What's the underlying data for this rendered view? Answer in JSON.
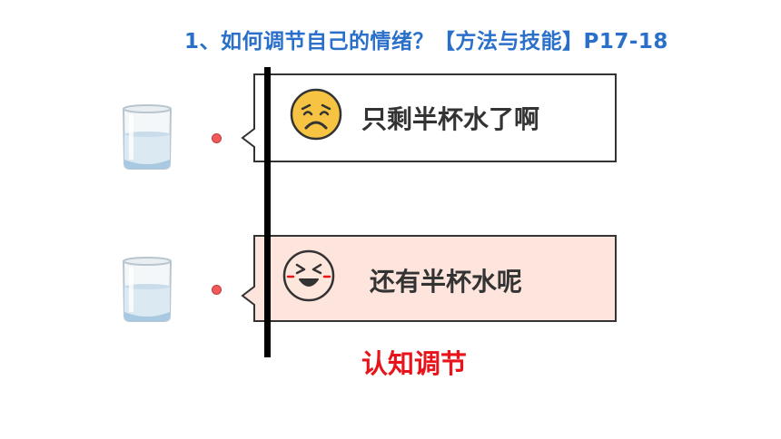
{
  "title": "1、如何调节自己的情绪？【方法与技能】P17-18",
  "statements": [
    {
      "text": "只剩半杯水了啊",
      "emoji": "sad-face-icon",
      "fill": "#ffffff"
    },
    {
      "text": "还有半杯水呢",
      "emoji": "laughing-face-icon",
      "fill": "#fde4dc"
    }
  ],
  "caption": "认知调节",
  "colors": {
    "title": "#2a6fc9",
    "caption": "#e8141a",
    "bubble_border": "#333333",
    "dot": "#f05a5a",
    "emoji_sad": "#f6c342",
    "emoji_happy": "#fde6dc"
  }
}
